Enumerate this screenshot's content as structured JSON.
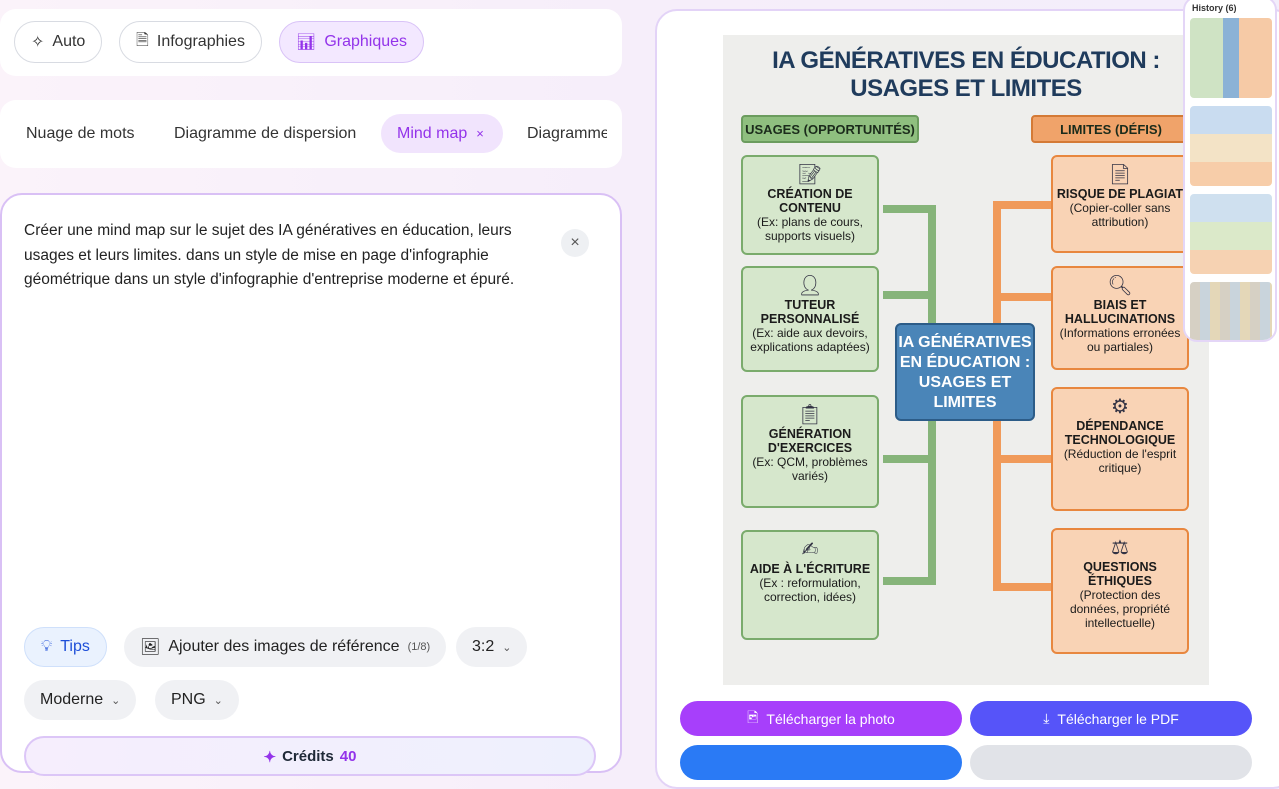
{
  "modes": [
    {
      "label": "Auto",
      "icon": "sparkle-icon"
    },
    {
      "label": "Infographies",
      "icon": "document-icon"
    },
    {
      "label": "Graphiques",
      "icon": "bar-chart-icon",
      "active": true
    }
  ],
  "chart_tabs": [
    {
      "label": "Nuage de mots"
    },
    {
      "label": "Diagramme de dispersion"
    },
    {
      "label": "Mind map",
      "active": true,
      "close": "×"
    },
    {
      "label": "Diagramme"
    }
  ],
  "prompt": {
    "text": "Créer une mind map sur le sujet des IA génératives en éducation, leurs usages et leurs limites. dans un style de mise en page d'infographie géométrique dans un style d'infographie d'entreprise moderne et épuré.",
    "clear": "×"
  },
  "options": {
    "tips": "Tips",
    "add_ref": "Ajouter des images de référence",
    "add_ref_count": "(1/8)",
    "ratio": "3:2",
    "style": "Moderne",
    "format": "PNG"
  },
  "credits": {
    "label": "Crédits",
    "value": "40"
  },
  "actions": {
    "download_photo": "Télécharger la photo",
    "download_pdf": "Télécharger le PDF"
  },
  "history": {
    "label": "History (6)"
  },
  "infographic": {
    "title_1": "IA GÉNÉRATIVES EN ÉDUCATION :",
    "title_2": "USAGES ET LIMITES",
    "left_header": "USAGES (OPPORTUNITÉS)",
    "right_header": "LIMITES (DÉFIS)",
    "center": "IA GÉNÉRATIVES EN ÉDUCATION : USAGES ET LIMITES",
    "usages": [
      {
        "title": "CRÉATION DE CONTENU",
        "desc": "(Ex: plans de cours, supports visuels)"
      },
      {
        "title": "TUTEUR PERSONNALISÉ",
        "desc": "(Ex: aide aux devoirs, explications adaptées)"
      },
      {
        "title": "GÉNÉRATION D'EXERCICES",
        "desc": "(Ex: QCM, problèmes variés)"
      },
      {
        "title": "AIDE À L'ÉCRITURE",
        "desc": "(Ex : reformulation, correction, idées)"
      }
    ],
    "limites": [
      {
        "title": "RISQUE DE PLAGIAT",
        "desc": "(Copier-coller sans attribution)"
      },
      {
        "title": "BIAIS ET HALLUCINATIONS",
        "desc": "(Informations erronées ou partiales)"
      },
      {
        "title": "DÉPENDANCE TECHNOLOGIQUE",
        "desc": "(Réduction de l'esprit critique)"
      },
      {
        "title": "QUESTIONS ÉTHIQUES",
        "desc": "(Protection des données, propriété intellectuelle)"
      }
    ]
  }
}
